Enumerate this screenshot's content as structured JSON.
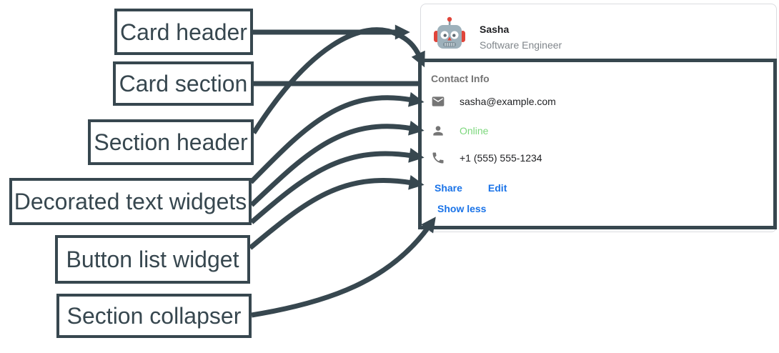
{
  "annotations": {
    "labels": [
      {
        "text": "Card header"
      },
      {
        "text": "Card section"
      },
      {
        "text": "Section header"
      },
      {
        "text": "Decorated text widgets"
      },
      {
        "text": "Button list widget"
      },
      {
        "text": "Section collapser"
      }
    ]
  },
  "card": {
    "header": {
      "avatar": "robot-avatar",
      "title": "Sasha",
      "subtitle": "Software Engineer"
    },
    "section": {
      "title": "Contact Info",
      "rows": [
        {
          "icon": "email-icon",
          "text": "sasha@example.com"
        },
        {
          "icon": "person-icon",
          "text": "Online"
        },
        {
          "icon": "phone-icon",
          "text": "+1 (555) 555-1234"
        }
      ],
      "buttons": [
        {
          "label": "Share"
        },
        {
          "label": "Edit"
        }
      ],
      "collapser_label": "Show less"
    }
  },
  "colors": {
    "annotation_slate": "#37474f",
    "link_blue": "#1a73e8",
    "status_green": "#7cd77c",
    "text_dark": "#202124",
    "text_muted": "#757575",
    "subtitle_gray": "#80868b",
    "card_border": "#dadce0"
  }
}
